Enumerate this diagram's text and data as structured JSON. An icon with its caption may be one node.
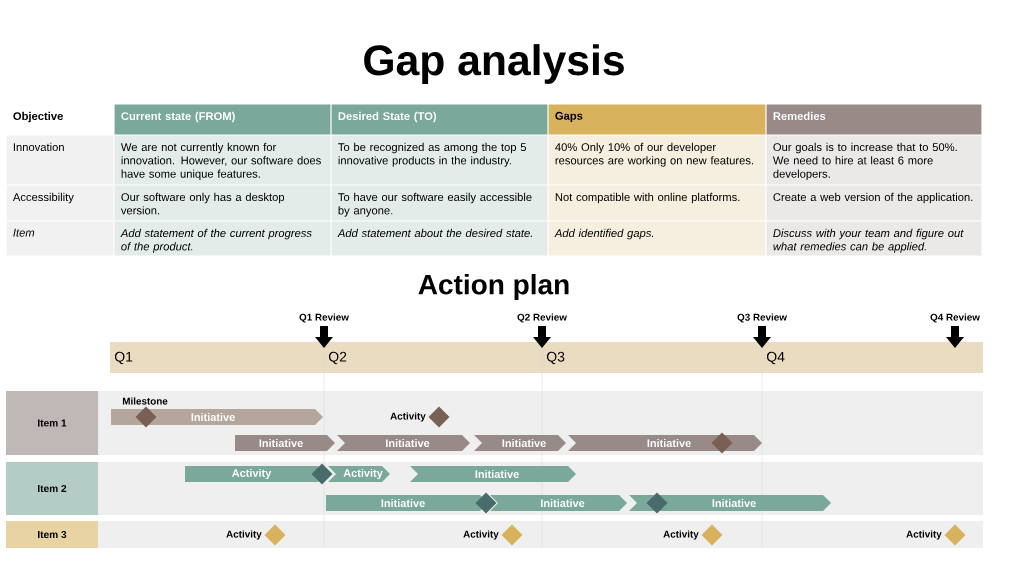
{
  "diagram": {
    "title": "Gap analysis",
    "nodes": [
      {
        "text": [
          "Item 1"
        ]
      },
      {
        "text": [
          "Initiative"
        ]
      },
      {
        "text": [],
        "shape": "diamond",
        "in": 1
      },
      {
        "text": [],
        "shape": "diamond",
        "beside": [
          "Activity"
        ]
      },
      {
        "text": [
          "Initiative"
        ]
      },
      {
        "text": [
          "Initiative"
        ]
      },
      {
        "text": [
          "Initiative"
        ]
      },
      {
        "text": [
          "Initiative"
        ]
      },
      {
        "text": [],
        "shape": "diamond",
        "in": 7
      },
      {
        "text": [
          "Item 2"
        ]
      },
      {
        "text": [
          "Activity"
        ]
      },
      {
        "text": [
          "Activity"
        ]
      },
      {
        "text": [
          "Initiative"
        ]
      },
      {
        "text": [],
        "shape": "diamond"
      },
      {
        "text": [
          "Initiative"
        ]
      },
      {
        "text": [
          "Initiative"
        ]
      },
      {
        "text": [
          "Initiative"
        ]
      },
      {
        "text": [],
        "shape": "diamond"
      },
      {
        "text": [],
        "shape": "diamond",
        "in": 16
      },
      {
        "text": [
          "Item 3"
        ]
      },
      {
        "text": [],
        "shape": "diamond",
        "beside": [
          "Activity"
        ]
      },
      {
        "text": [],
        "shape": "diamond",
        "beside": [
          "Activity"
        ]
      },
      {
        "text": [],
        "shape": "diamond",
        "beside": [
          "Activity"
        ]
      },
      {
        "text": [],
        "shape": "diamond",
        "beside": [
          "Activity"
        ]
      }
    ],
    "labels": [
      "Objective",
      "Current state (FROM)",
      "Desired State (TO)",
      "Gaps",
      "Remedies",
      "Innovation",
      "We are not currently known for innovation. However, our software does have some unique features.",
      "To be recognized as among the top 5 innovative products in the industry.",
      "40% Only 10% of our developer resources are working on new features.",
      "Our goals is to increase that to 50%. We need to hire at least 6 more developers.",
      "Accessibility",
      "Our software only has a desktop version.",
      "To have our software easily accessible by anyone.",
      "Not compatible with online platforms.",
      "Create a web version of the application.",
      "Item",
      "Add statement of the current progress of the product.",
      "Add statement about the desired state.",
      "Add identified gaps.",
      "Discuss with your team and figure out what remedies can be applied.",
      "Action plan",
      "Q1 Review",
      "Q2 Review",
      "Q3 Review",
      "Q4 Review",
      "Q1",
      "Q2",
      "Q3",
      "Q4",
      "Milestone"
    ]
  }
}
